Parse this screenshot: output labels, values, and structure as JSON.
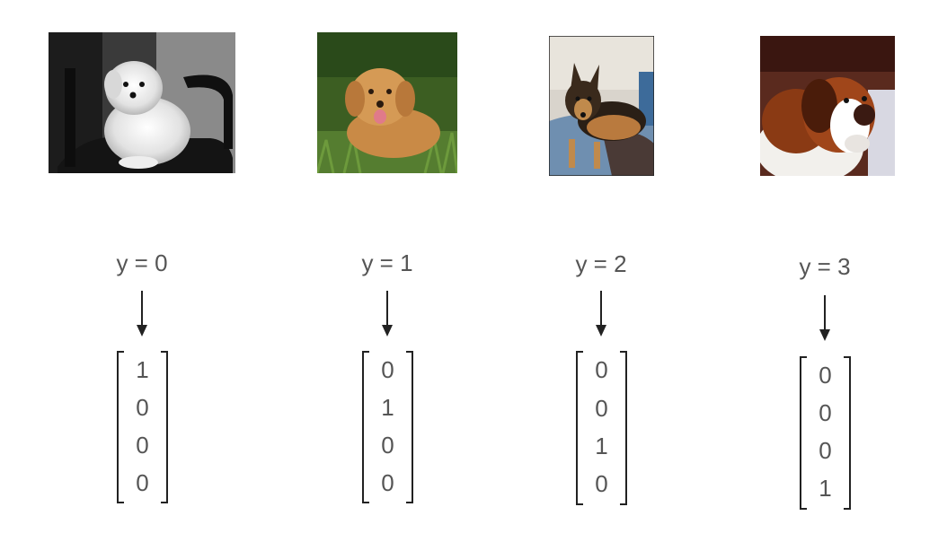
{
  "items": [
    {
      "label": "y = 0",
      "vector": [
        "1",
        "0",
        "0",
        "0"
      ],
      "image": "white fluffy puppy sitting on a black chair (grayscale)"
    },
    {
      "label": "y = 1",
      "vector": [
        "0",
        "1",
        "0",
        "0"
      ],
      "image": "golden retriever puppy lying in grass"
    },
    {
      "label": "y = 2",
      "vector": [
        "0",
        "0",
        "1",
        "0"
      ],
      "image": "german shepherd puppy lying on a blanket"
    },
    {
      "label": "y = 3",
      "vector": [
        "0",
        "0",
        "0",
        "1"
      ],
      "image": "saint bernard dog resting its head"
    }
  ]
}
